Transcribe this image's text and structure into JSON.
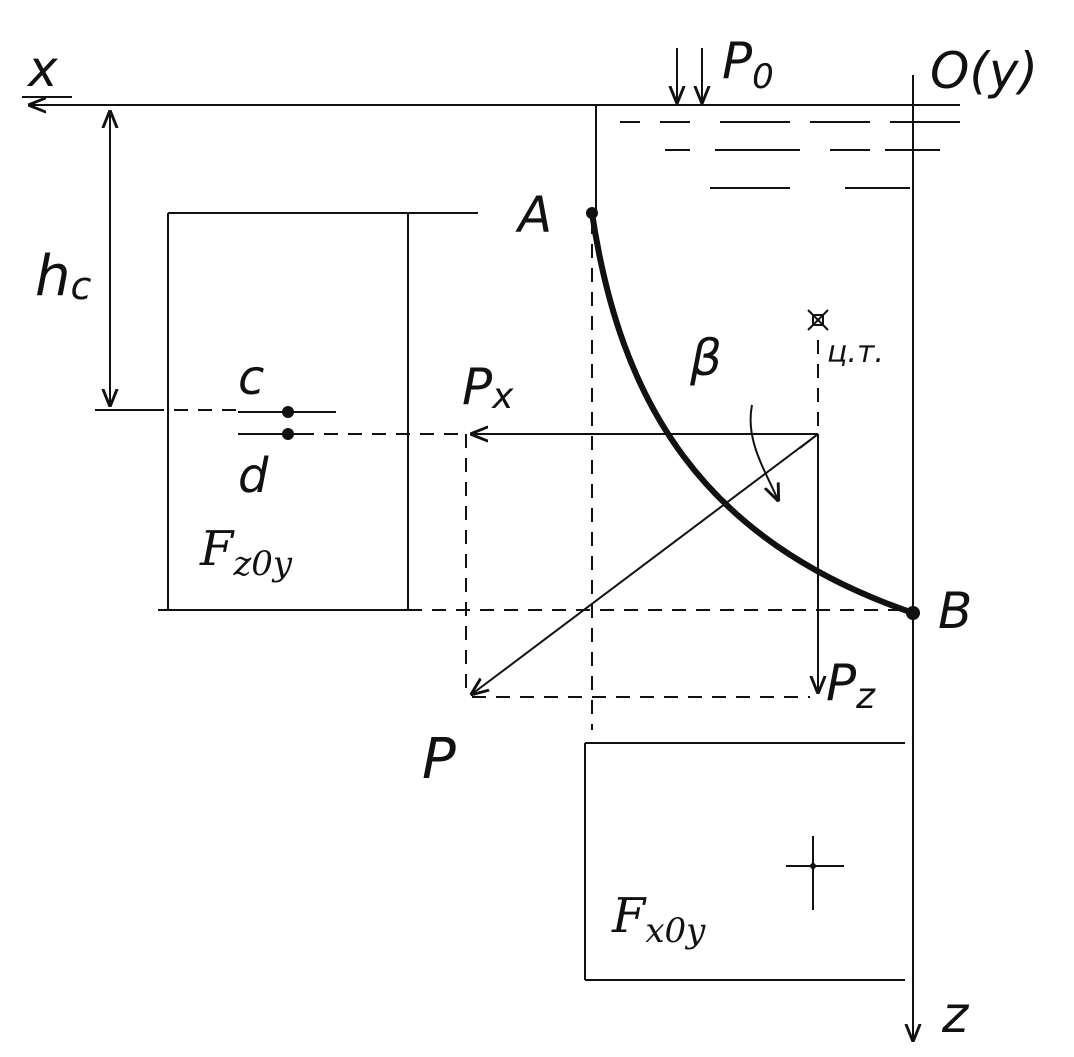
{
  "labels": {
    "x_axis": "x",
    "origin": "O(y)",
    "z_axis": "z",
    "pressure": "P",
    "pressure_sub": "0",
    "point_a": "A",
    "point_b": "B",
    "depth": "h",
    "depth_sub": "c",
    "center_c": "c",
    "center_d": "d",
    "force_x": "P",
    "force_x_sub": "x",
    "force_z": "P",
    "force_z_sub": "z",
    "resultant": "P",
    "angle": "β",
    "centroid": "ц.т.",
    "area_zoy": "F",
    "area_zoy_sub": "z0y",
    "area_xoy": "F",
    "area_xoy_sub": "x0y"
  }
}
